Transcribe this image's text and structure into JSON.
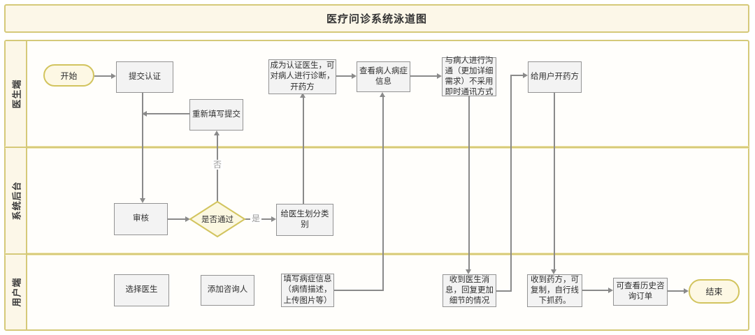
{
  "title": "医疗问诊系统泳道图",
  "lanes": {
    "doctor": "医生端",
    "backend": "系统后台",
    "user": "用户端"
  },
  "nodes": {
    "start": "开始",
    "submit_cert": "提交认证",
    "refill_submit": "重新填写提交",
    "become_certified": "成为认证医生，可对病人进行诊断，开药方",
    "view_symptoms": "查看病人病症信息",
    "communicate": "与病人进行沟通（更加详细需求）不采用即时通讯方式",
    "prescribe": "给用户开药方",
    "review": "审核",
    "pass_decision": "是否通过",
    "classify_doctor": "给医生划分类别",
    "choose_doctor": "选择医生",
    "add_consultant": "添加咨询人",
    "fill_symptoms": "填写病症信息（病情描述，上传图片等）",
    "receive_message": "收到医生消息，回复更加细节的情况",
    "receive_prescription": "收到药方，可复制，自行线下抓药。",
    "view_history": "可查看历史咨询订单",
    "end": "结束"
  },
  "edge_labels": {
    "yes": "是",
    "no": "否"
  },
  "colors": {
    "frame_border": "#d5c979",
    "frame_fill": "#fcf7e8",
    "node_fill": "#f3f3f3",
    "node_border": "#939393",
    "terminal_fill": "#fdf8e4",
    "terminal_border": "#d2c45e",
    "connector_line": "#8a8a8a",
    "edge_label_text": "#9a9a9a"
  }
}
